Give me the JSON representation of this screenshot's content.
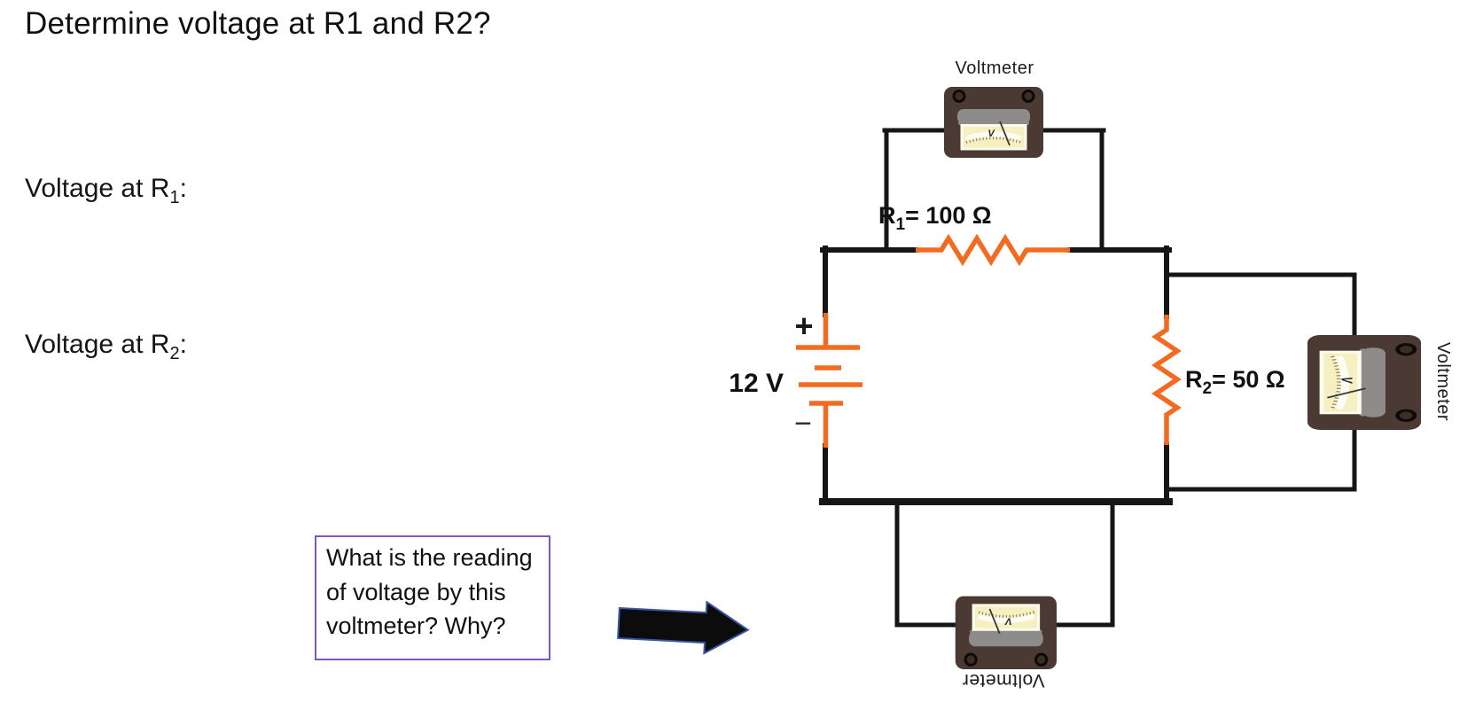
{
  "page": {
    "title": "Determine voltage at R1 and R2?"
  },
  "prompts": {
    "r1": {
      "pre": "Voltage at R",
      "sub": "1",
      "post": ":"
    },
    "r2": {
      "pre": "Voltage at R",
      "sub": "2",
      "post": ":"
    }
  },
  "question_box": {
    "text": "What is the reading of voltage by this voltmeter? Why?"
  },
  "circuit": {
    "battery": {
      "label": "12 V",
      "plus": "+",
      "minus": "−"
    },
    "r1": {
      "symbol": "R",
      "sub": "1",
      "value": "= 100 Ω"
    },
    "r2": {
      "symbol": "R",
      "sub": "2",
      "value": "= 50 Ω"
    },
    "voltmeters": {
      "top": "Voltmeter",
      "right": "Voltmeter",
      "bottom": "Voltmeter",
      "dial_letter": "V"
    },
    "colors": {
      "wire": "#161616",
      "component_orange": "#f26b21",
      "meter_body": "#4a3a33",
      "meter_cap": "#8e8c8a",
      "meter_dial": "#f6efc2",
      "question_border": "#7e57c2",
      "arrow_fill": "#0c0c0c",
      "arrow_outline": "#3a57a7"
    }
  }
}
